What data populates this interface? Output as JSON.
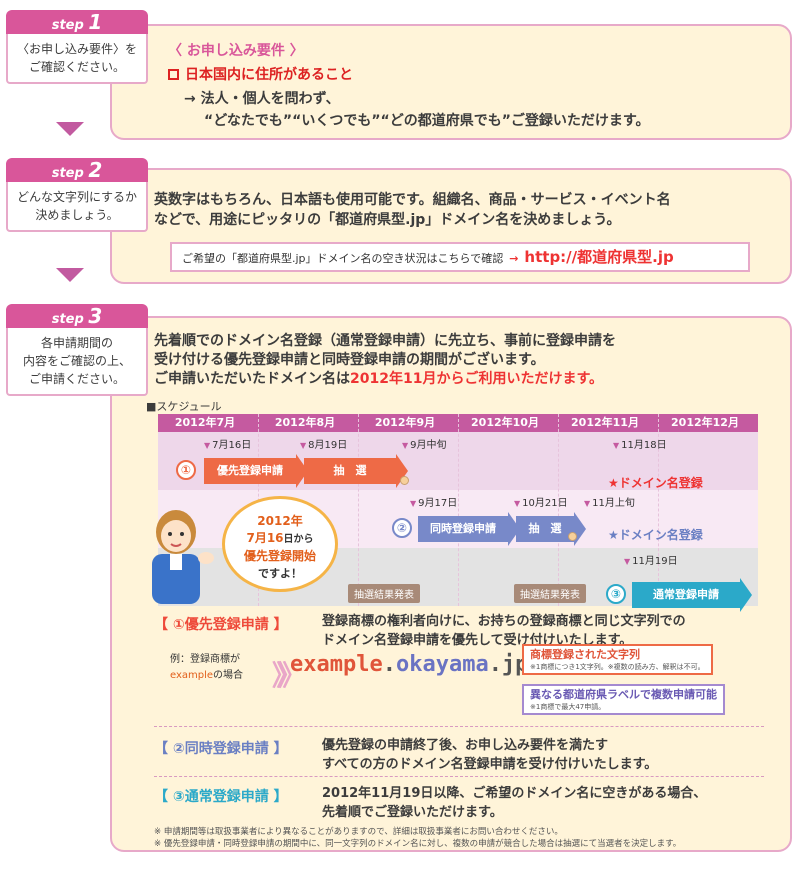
{
  "step1": {
    "tab_label": "step",
    "tab_num": "1",
    "desc_line1": "〈お申し込み要件〉を",
    "desc_line2": "ご確認ください。",
    "title": "〈 お申し込み要件 〉",
    "requirement": "日本国内に住所があること",
    "line1": "→ 法人・個人を問わず、",
    "line2": "“どなたでも”“いくつでも”“どの都道府県でも”ご登録いただけます。"
  },
  "step2": {
    "tab_label": "step",
    "tab_num": "2",
    "desc_line1": "どんな文字列にするか",
    "desc_line2": "決めましょう。",
    "text_line1": "英数字はもちろん、日本語も使用可能です。組織名、商品・サービス・イベント名",
    "text_line2": "などで、用途にピッタリの「都道府県型.jp」ドメイン名を決めましょう。",
    "check_text": "ご希望の「都道府県型.jp」ドメイン名の空き状況はこちらで確認",
    "check_arrow": "→",
    "check_url": "http://都道府県型.jp"
  },
  "step3": {
    "tab_label": "step",
    "tab_num": "3",
    "desc_line1": "各申請期間の",
    "desc_line2": "内容をご確認の上、",
    "desc_line3": "ご申請ください。",
    "text_line1": "先着順でのドメイン名登録（通常登録申請）に先立ち、事前に登録申請を",
    "text_line2": "受け付ける優先登録申請と同時登録申請の期間がございます。",
    "text_line3a": "ご申請いただいたドメイン名は",
    "text_line3b": "2012年11月からご利用いただけます。",
    "schedule_label": "■スケジュール",
    "months": [
      "2012年7月",
      "2012年8月",
      "2012年9月",
      "2012年10月",
      "2012年11月",
      "2012年12月"
    ],
    "markers": {
      "m1": "7月16日",
      "m2": "8月19日",
      "m3": "9月中旬",
      "m4": "11月18日",
      "m5": "9月17日",
      "m6": "10月21日",
      "m7": "11月上旬",
      "m8": "11月19日"
    },
    "bars": {
      "priority": "優先登録申請",
      "lottery1": "抽　選",
      "simultaneous": "同時登録申請",
      "lottery2": "抽　選",
      "normal": "通常登録申請"
    },
    "circle1": "①",
    "circle2": "②",
    "circle3": "③",
    "star_label1": "★ドメイン名登録",
    "star_label2": "★ドメイン名登録",
    "result_tag1": "抽選結果発表",
    "result_tag2": "抽選結果発表",
    "bubble_l1": "2012年",
    "bubble_l2a": "7月16",
    "bubble_l2b": "日から",
    "bubble_l3": "優先登録開始",
    "bubble_l4": "ですよ！",
    "sec1_head": "【 ①優先登録申請 】",
    "sec1_l1": "登録商標の権利者向けに、お持ちの登録商標と同じ文字列での",
    "sec1_l2": "ドメイン名登録申請を優先して受け付けいたします。",
    "ex_label1": "例：登録商標が",
    "ex_label2a": "example",
    "ex_label2b": "の場合",
    "ex_chev": "》》",
    "ex_d1": "example",
    "ex_d2": ".",
    "ex_d3": "okayama",
    "ex_d4": ".jp",
    "ex_box1": "商標登録された文字列",
    "ex_box1_small": "※1商標につき1文字列。※複数の読み方、解釈は不可。",
    "ex_box2": "異なる都道府県ラベルで複数申請可能",
    "ex_box2_small": "※1商標で最大47申請。",
    "sec2_head": "【 ②同時登録申請 】",
    "sec2_l1": "優先登録の申請終了後、お申し込み要件を満たす",
    "sec2_l2": "すべての方のドメイン名登録申請を受け付けいたします。",
    "sec3_head": "【 ③通常登録申請 】",
    "sec3_l1": "2012年11月19日以降、ご希望のドメイン名に空きがある場合、",
    "sec3_l2": "先着順でご登録いただけます。",
    "note1": "※ 申請期間等は取扱事業者により異なることがありますので、詳細は取扱事業者にお問い合わせください。",
    "note2": "※ 優先登録申請・同時登録申請の期間中に、同一文字列のドメイン名に対し、複数の申請が競合した場合は抽選にて当選者を決定します。"
  },
  "colors": {
    "pink": "#d9569a",
    "red": "#e33",
    "orange_bar": "#ee6a46",
    "blue_bar": "#7889c9",
    "teal_bar": "#2ba9c9",
    "box_bg": "#fff4d9"
  }
}
